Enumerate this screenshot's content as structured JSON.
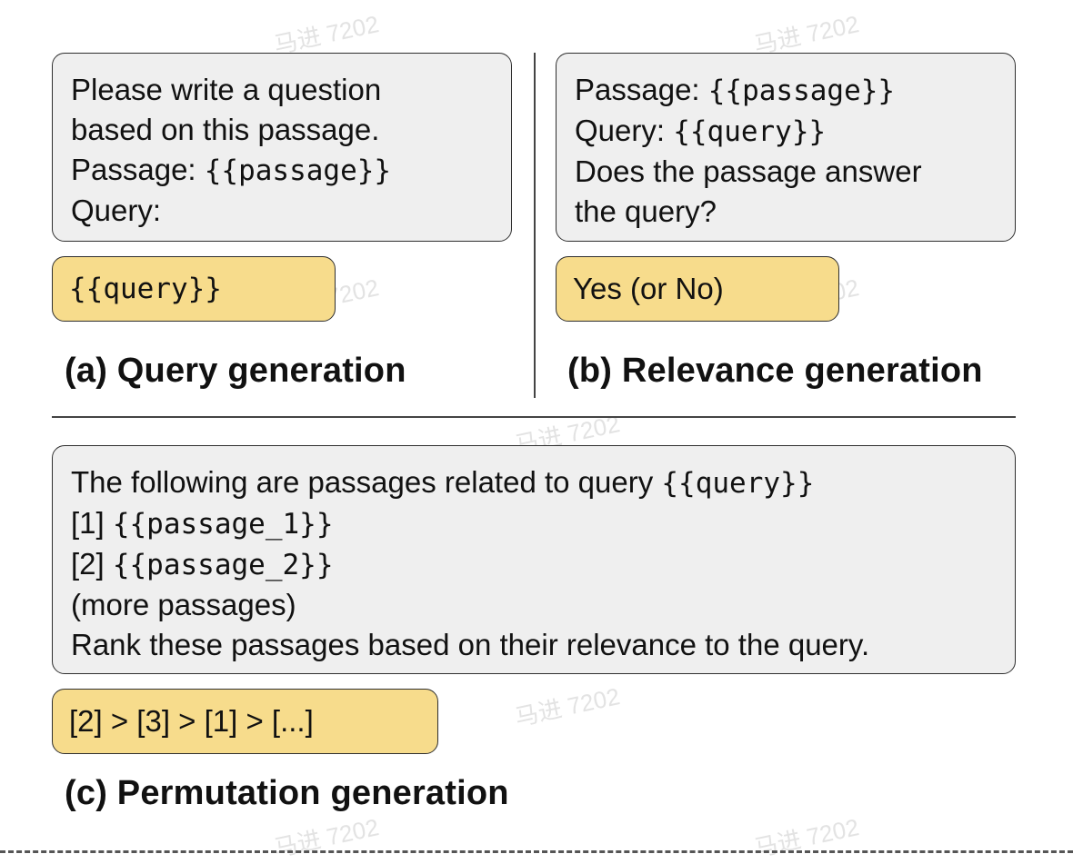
{
  "watermark": "马进 7202",
  "panel_a": {
    "prompt_lines": [
      {
        "text": "Please write a question"
      },
      {
        "text": "based on this passage."
      },
      {
        "text": "Passage: ",
        "code": "{{passage}}"
      },
      {
        "text": "Query:"
      }
    ],
    "answer": {
      "code": "{{query}}"
    },
    "caption": "(a) Query generation"
  },
  "panel_b": {
    "prompt_lines": [
      {
        "text": "Passage: ",
        "code": "{{passage}}"
      },
      {
        "text": "Query: ",
        "code": "{{query}}"
      },
      {
        "text": "Does the passage answer"
      },
      {
        "text": "the query?"
      }
    ],
    "answer": {
      "text": "Yes (or No)"
    },
    "caption": "(b) Relevance generation"
  },
  "panel_c": {
    "prompt_lines": [
      {
        "text": "The following are passages related to query ",
        "code": "{{query}}"
      },
      {
        "text": "[1] ",
        "code": "{{passage_1}}"
      },
      {
        "text": "[2] ",
        "code": "{{passage_2}}"
      },
      {
        "text": "(more passages)"
      },
      {
        "text": "Rank these passages based on their relevance to the query."
      }
    ],
    "answer": {
      "text": "[2] > [3] > [1] > [...]"
    },
    "caption": "(c) Permutation generation"
  }
}
